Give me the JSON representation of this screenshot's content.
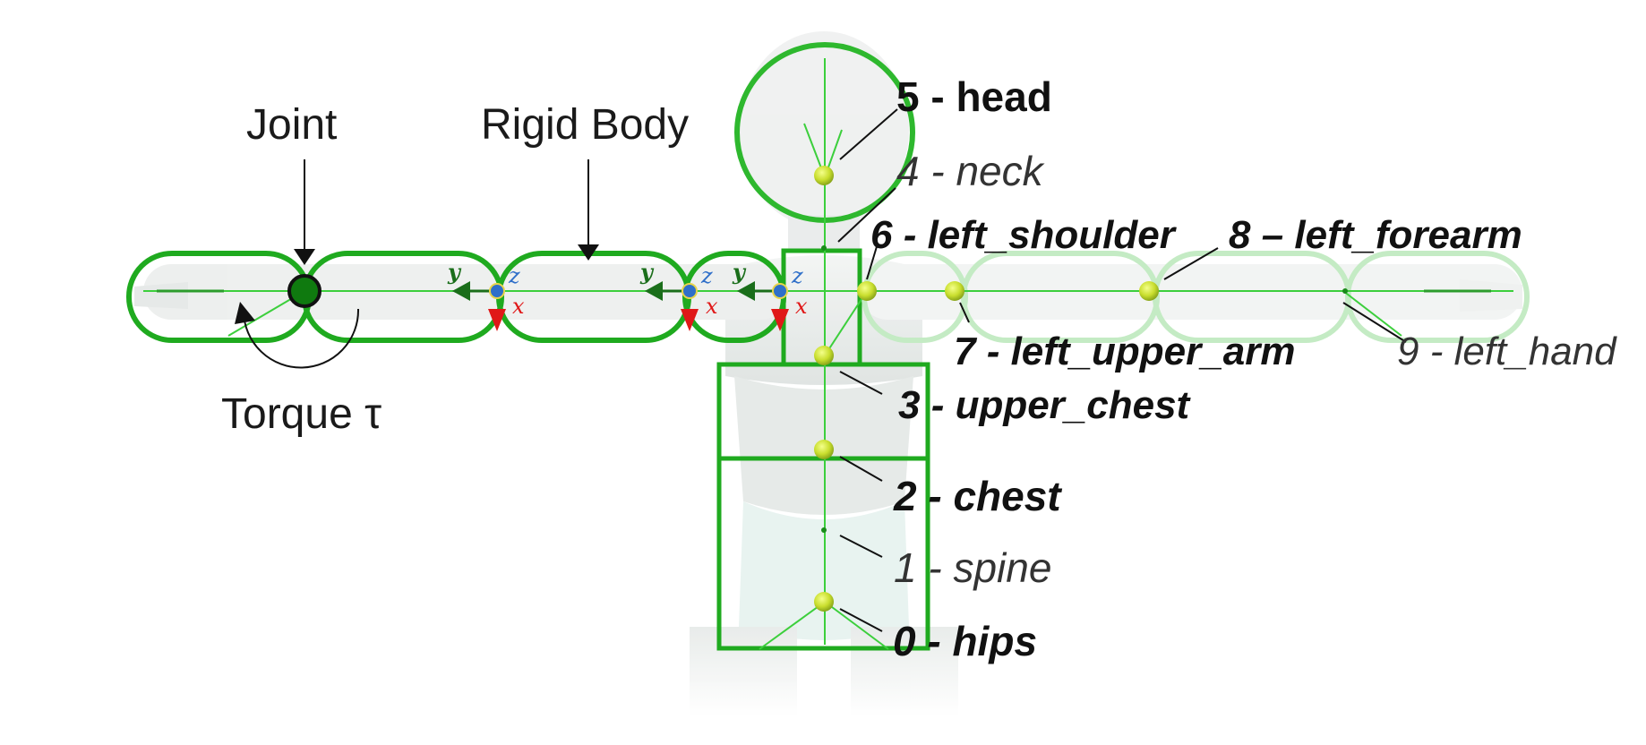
{
  "annotations": {
    "joint": "Joint",
    "rigid_body": "Rigid Body",
    "torque": "Torque τ"
  },
  "axes": {
    "y": "y",
    "z": "z",
    "x": "x"
  },
  "body_parts": [
    {
      "id": "head",
      "text": "5 - head"
    },
    {
      "id": "neck",
      "text": "4 - neck"
    },
    {
      "id": "left-shoulder",
      "text": "6 - left_shoulder"
    },
    {
      "id": "left-forearm",
      "text": "8 – left_forearm"
    },
    {
      "id": "left-upper-arm",
      "text": "7 - left_upper_arm"
    },
    {
      "id": "left-hand",
      "text": "9 - left_hand"
    },
    {
      "id": "upper-chest",
      "text": "3 - upper_chest"
    },
    {
      "id": "chest",
      "text": "2 - chest"
    },
    {
      "id": "spine",
      "text": "1 - spine"
    },
    {
      "id": "hips",
      "text": "0 - hips"
    }
  ],
  "colors": {
    "capsule": "#1faa1f",
    "capsule_faded": "#b9e6b9",
    "joint_dark": "#0f7a0f",
    "bone_line": "#3ccf3c",
    "node_yellow": "#cfe63a",
    "axis_y": "#1a6e1a",
    "axis_z": "#2f6fc9",
    "axis_x": "#e01818",
    "silhouette": "#e9eceb",
    "label": "#111111"
  }
}
